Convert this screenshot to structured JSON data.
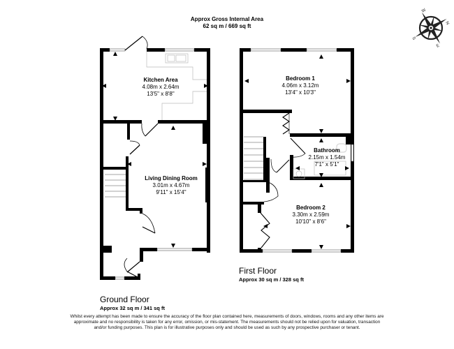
{
  "header": {
    "title": "Approx Gross Internal Area",
    "area": "62 sq m / 669 sq ft"
  },
  "compass": {
    "icon": "compass-rose-icon",
    "labels": {
      "north": "N",
      "south": "S",
      "east": "E",
      "west": "W"
    }
  },
  "floors": [
    {
      "name": "Ground Floor",
      "area": "Approx 32 sq m / 341 sq ft",
      "rooms": [
        {
          "name": "Kitchen Area",
          "metric": "4.08m x 2.64m",
          "imperial": "13'5\" x 8'8\""
        },
        {
          "name": "Living Dining Room",
          "metric": "3.01m x 4.67m",
          "imperial": "9'11\" x 15'4\""
        }
      ]
    },
    {
      "name": "First Floor",
      "area": "Approx 30 sq m / 328 sq ft",
      "rooms": [
        {
          "name": "Bedroom 1",
          "metric": "4.06m x 3.12m",
          "imperial": "13'4\" x 10'3\""
        },
        {
          "name": "Bathroom",
          "metric": "2.15m x 1.54m",
          "imperial": "7'1\" x 5'1\""
        },
        {
          "name": "Bedroom 2",
          "metric": "3.30m x 2.59m",
          "imperial": "10'10\" x 8'6\""
        }
      ]
    }
  ],
  "disclaimer": "Whilst every attempt has been made to ensure the accuracy of the floor plan contained here, measurements of doors, windows, rooms and any other items are approximate and no responsibility is taken for any error, omission, or mis-statement. The measurements should not be relied upon for valuation, transaction and/or funding purposes. This plan is for illustrative purposes only and should be used as such by any prospective purchaser or tenant."
}
